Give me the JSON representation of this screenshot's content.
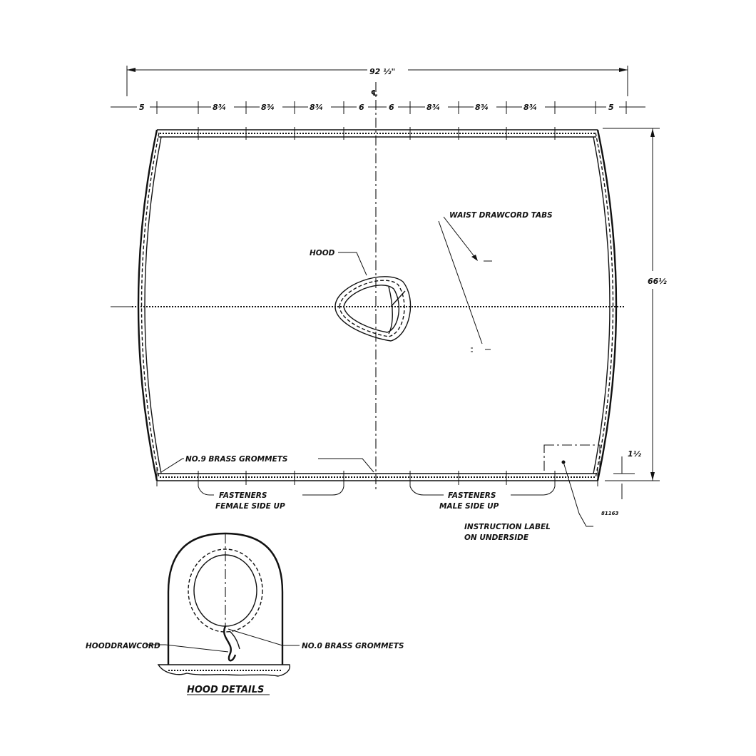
{
  "dimensions": {
    "overall_width": "92 ½\"",
    "height": "66½",
    "bottom_offset": "1½",
    "segments": [
      "5",
      "8¾",
      "8¾",
      "8¾",
      "6",
      "6",
      "8¾",
      "8¾",
      "8¾",
      "5"
    ],
    "centerline_mark": "℄"
  },
  "labels": {
    "waist_drawcord_tabs": "WAIST DRAWCORD TABS",
    "hood": "HOOD",
    "brass_grommets_no9": "NO.9 BRASS GROMMETS",
    "fasteners_left_1": "FASTENERS",
    "fasteners_left_2": "FEMALE SIDE UP",
    "fasteners_right_1": "FASTENERS",
    "fasteners_right_2": "MALE SIDE UP",
    "instruction_label_1": "INSTRUCTION LABEL",
    "instruction_label_2": "ON UNDERSIDE",
    "drawing_number": "81163",
    "hood_drawcord": "HOODDRAWCORD",
    "brass_grommets_no0": "NO.0 BRASS GROMMETS",
    "hood_details": "HOOD DETAILS"
  }
}
